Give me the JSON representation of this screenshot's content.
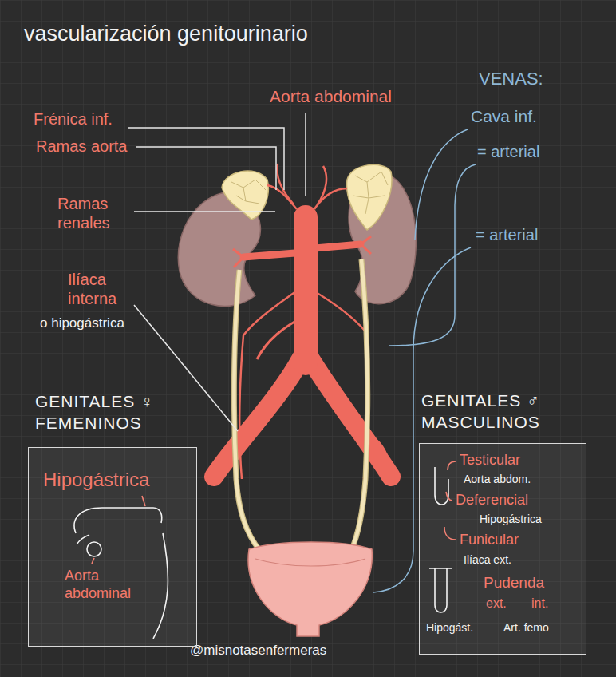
{
  "diagram": {
    "title": "vascularización genitourinario",
    "nodes": [
      {
        "text": [
          "GENITALES ♀ FEMENINOS",
          "Hipogástrica",
          "Aorta abdominal"
        ]
      },
      {
        "text": [
          "GENITALES ♂ MASCULINOS",
          "Testicular",
          "Aorta abdom.",
          "Deferencial",
          "Hipogástrica",
          "Funicular",
          "Ilíaca ext.",
          "Pudenda",
          "ext.",
          "int.",
          "Hipogást.",
          "Art. femo"
        ]
      }
    ],
    "labels": [
      "Frénica inf.",
      "Ramas aorta",
      "Aorta abdominal",
      "Ramas renales",
      "Ilíaca interna",
      "o hipogástrica",
      "VENAS:",
      "Cava inf.",
      "= arterial",
      "= arterial",
      "@misnotasenfermeras"
    ]
  }
}
